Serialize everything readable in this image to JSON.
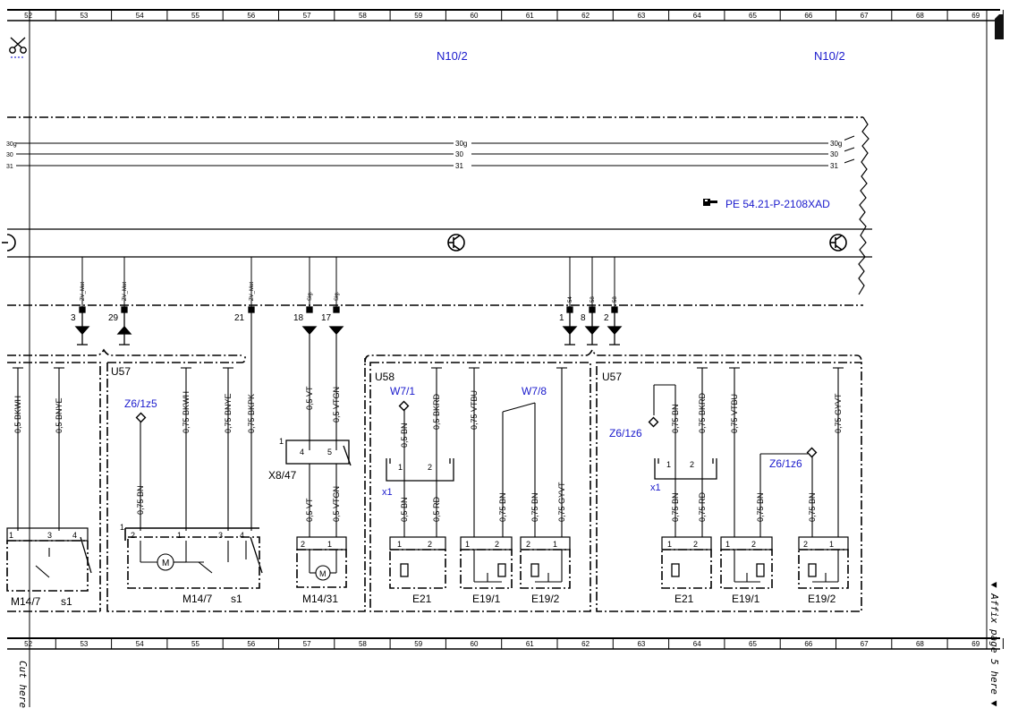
{
  "ruler": {
    "columns": [
      "52",
      "53",
      "54",
      "55",
      "56",
      "57",
      "58",
      "59",
      "60",
      "61",
      "62",
      "63",
      "64",
      "65",
      "66",
      "67",
      "68",
      "69"
    ]
  },
  "headers": {
    "left": "N10/2",
    "right": "N10/2"
  },
  "bus_labels": {
    "line1_left": "30g",
    "line2_left": "30",
    "line3_left": "31",
    "line1_mid": "30g",
    "line2_mid": "30",
    "line3_mid": "31",
    "line1_right": "30g",
    "line2_right": "30",
    "line3_right": "31"
  },
  "reference": {
    "icon": "pointing-hand-icon",
    "text": "PE 54.21-P-2108XAD"
  },
  "connector_top_labels": {
    "zv_mot_1": "ZV_Mot",
    "zv_mot_2": "ZV_Mot",
    "zv_mot_3": "ZV_Mot",
    "sig_1": "Sig.",
    "sig_2": "Sig.",
    "p54": "54",
    "p58a": "58",
    "p58b": "58"
  },
  "pin_numbers": {
    "p3": "3",
    "p29": "29",
    "p21": "21",
    "p18": "18",
    "p17": "17",
    "p1": "1",
    "p8": "8",
    "p2": "2"
  },
  "sections": {
    "u57_left": "U57",
    "u58": "U58",
    "u57_right": "U57"
  },
  "wires": {
    "w_bkwh_left": "0,5 BKWH",
    "w_bnye_left": "0,5 BNYE",
    "w_bkwh_mid": "0,75 BKWH",
    "w_bnye_mid": "0,75 BNYE",
    "w_bkpk": "0,75 BKPK",
    "w_bn_z6": "0,75 BN",
    "w_vt_top": "0,5 VT",
    "w_vtgn_top": "0,5 VTGN",
    "w_vt_bot": "0,5 VT",
    "w_vtgn_bot": "0,5 VTGN",
    "w_u58_bn": "0,5 BN",
    "w_u58_bkrd": "0,5 BKRD",
    "w_u58_vtbu": "0,75 VTBU",
    "w_u58_bn2": "0,5 BN",
    "w_u58_rd": "0,5 RD",
    "w_u58_bn3": "0,75 BN",
    "w_u58_bn4": "0,75 BN",
    "w_u58_gyvt": "0,75 GYVT",
    "w_u57r_bn": "0,75 BN",
    "w_u57r_bkrd": "0,75 BKRD",
    "w_u57r_vtbu": "0,75 VTBU",
    "w_u57r_gyvt": "0,75 GYVT",
    "w_u57r_bn2": "0,75 BN",
    "w_u57r_rd": "0,75 RD",
    "w_u57r_bn3": "0,75 BN",
    "w_u57r_bn4": "0,75 BN"
  },
  "blue_refs": {
    "z6_1z5": "Z6/1z5",
    "w7_1": "W7/1",
    "w7_8": "W7/8",
    "z6_1z6_a": "Z6/1z6",
    "z6_1z6_b": "Z6/1z6",
    "x1_a": "x1",
    "x1_b": "x1"
  },
  "components": {
    "m14_7_left": "M14/7",
    "s1_left": "s1",
    "m14_7_mid": "M14/7",
    "s1_mid": "s1",
    "m14_31": "M14/31",
    "x8_47": "X8/47",
    "e21_a": "E21",
    "e19_1_a": "E19/1",
    "e19_2_a": "E19/2",
    "e21_b": "E21",
    "e19_1_b": "E19/1",
    "e19_2_b": "E19/2"
  },
  "component_pins": {
    "a1": "1",
    "a3": "3",
    "a4": "4",
    "b2": "2",
    "b1": "1",
    "b3": "3",
    "b4": "4",
    "b_lead": "1",
    "x8_lead": "1",
    "x8_4": "4",
    "x8_5": "5",
    "m31_2": "2",
    "m31_1": "1",
    "c1": "1",
    "c2": "2",
    "e21a_1": "1",
    "e21a_2": "2",
    "e191a_1": "1",
    "e191a_2": "2",
    "e192a_2": "2",
    "e192a_1": "1",
    "d1": "1",
    "d2": "2",
    "e21b_1": "1",
    "e21b_2": "2",
    "e191b_1": "1",
    "e191b_2": "2",
    "e192b_2": "2",
    "e192b_1": "1"
  },
  "motor_symbol": "M",
  "side_text": {
    "cut_here": "Cut here",
    "affix": "▼ Affix page 5 here ▼"
  }
}
